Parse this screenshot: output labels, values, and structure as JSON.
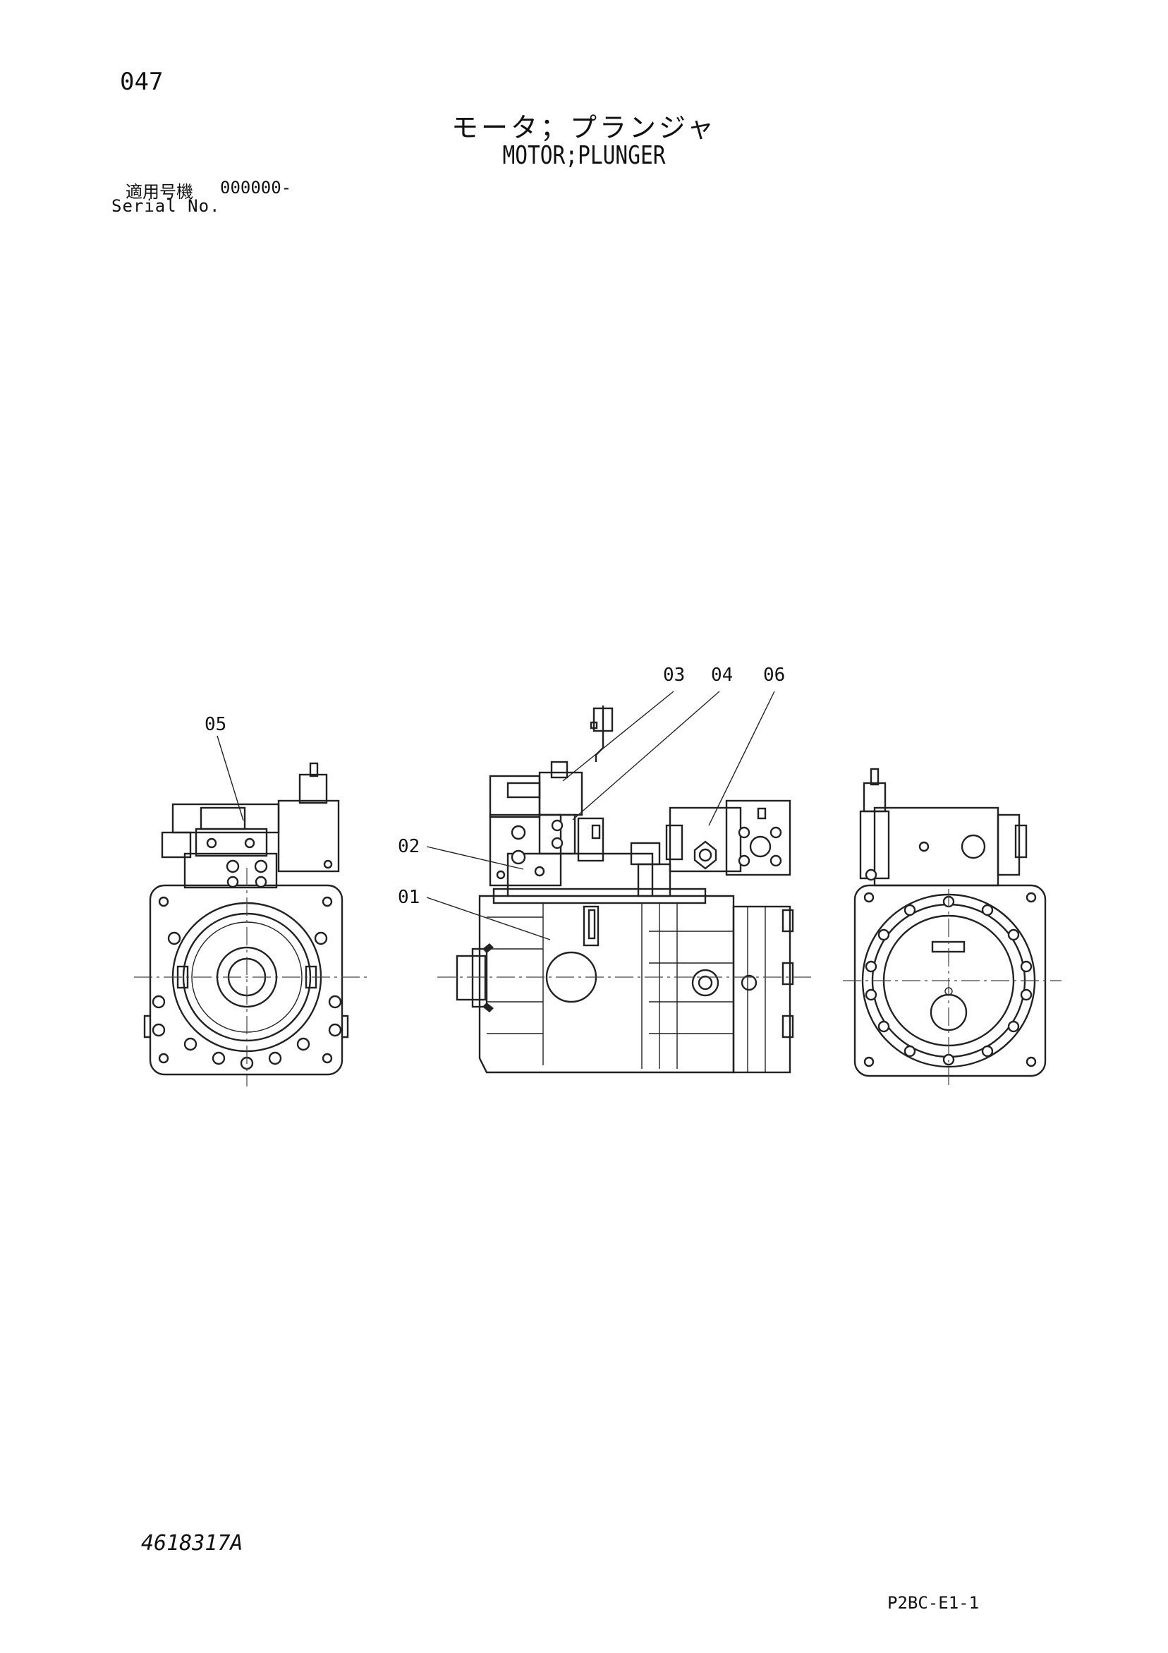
{
  "header": {
    "page_number": "047",
    "title_jp": "モータ；プランジャ",
    "title_en": "MOTOR;PLUNGER",
    "serial_label_jp": "適用号機",
    "serial_value": "000000-",
    "serial_label_en": "Serial No."
  },
  "callouts": [
    "01",
    "02",
    "03",
    "04",
    "05",
    "06"
  ],
  "footer": {
    "document_number": "4618317A",
    "page_code": "P2BC-E1-1"
  }
}
